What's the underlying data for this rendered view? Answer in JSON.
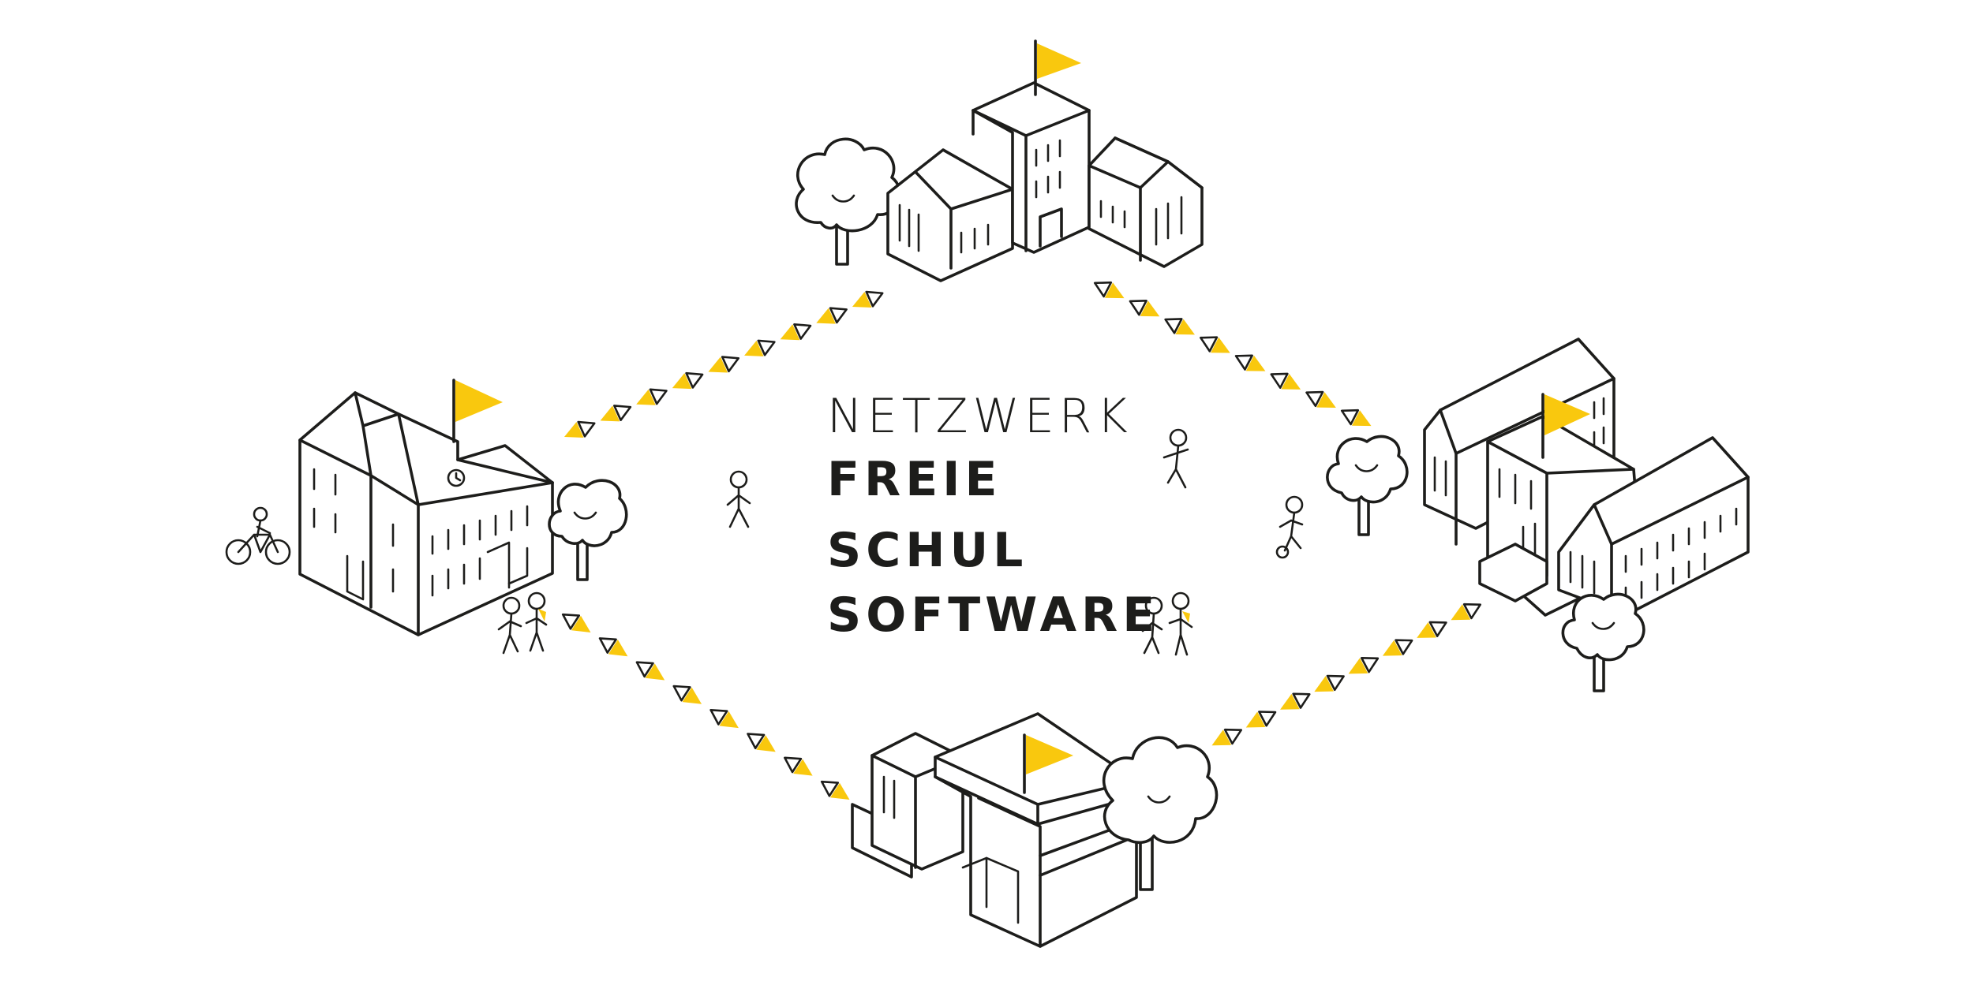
{
  "logo": {
    "line1": "NETZWERK",
    "line2": "FREIE",
    "line3": "SCHUL",
    "line4": "SOFTWARE"
  },
  "colors": {
    "accent": "#f9c80e",
    "ink": "#1d1d1b",
    "background": "#ffffff"
  },
  "icons": [
    "school-building-icon",
    "tree-icon",
    "flag-icon",
    "arrow-marker-icon",
    "person-icon",
    "bicycle-icon"
  ]
}
